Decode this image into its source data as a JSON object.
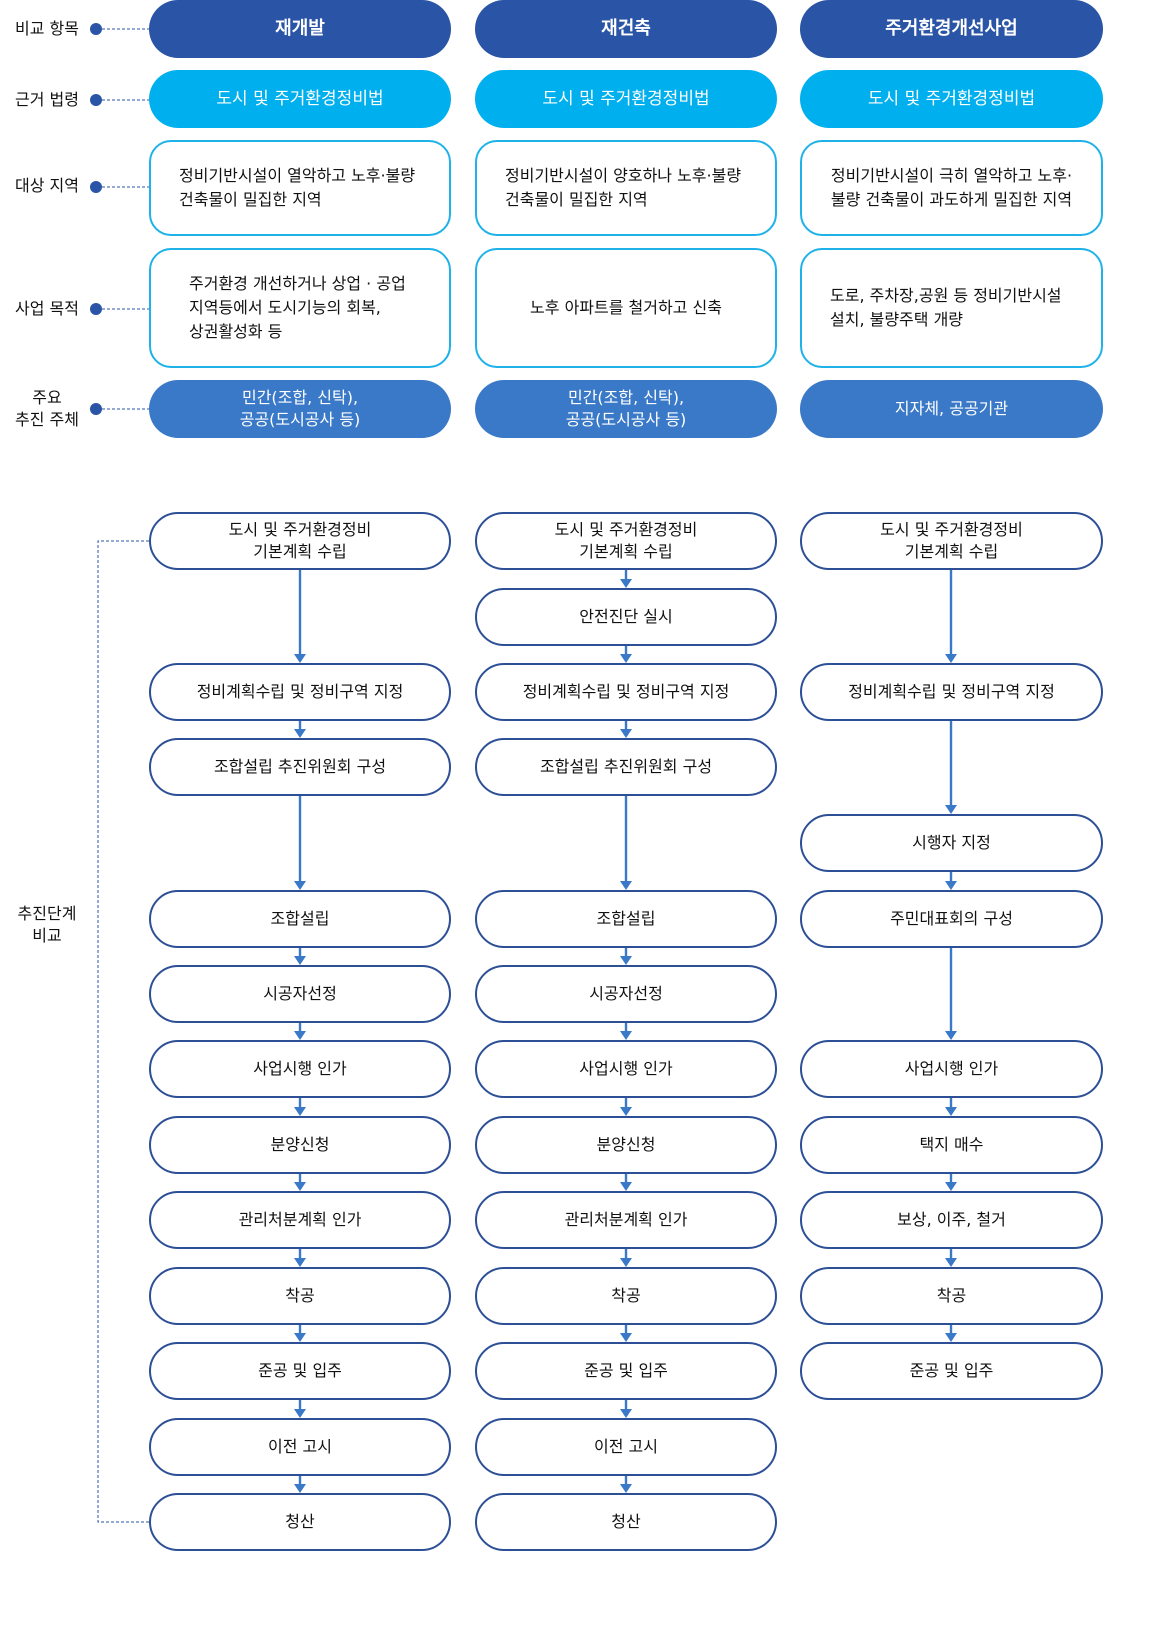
{
  "row_labels": {
    "compare": "비교 항목",
    "law": "근거 법령",
    "target": "대상 지역",
    "purpose": "사업 목적",
    "actor": "주요\n추진 주체",
    "steps": "추진단계\n비교"
  },
  "columns": [
    {
      "header": "재개발",
      "law": "도시 및 주거환경정비법",
      "target": "정비기반시설이 열악하고 노후·불량\n건축물이 밀집한 지역",
      "purpose": "주거환경 개선하거나 상업 · 공업\n지역등에서 도시기능의 회복,\n상권활성화 등",
      "actor": "민간(조합, 신탁),\n공공(도시공사 등)",
      "steps": [
        "도시 및 주거환경정비\n기본계획 수립",
        "정비계획수립 및 정비구역 지정",
        "조합설립 추진위원회 구성",
        "조합설립",
        "시공자선정",
        "사업시행 인가",
        "분양신청",
        "관리처분계획 인가",
        "착공",
        "준공 및 입주",
        "이전 고시",
        "청산"
      ]
    },
    {
      "header": "재건축",
      "law": "도시 및 주거환경정비법",
      "target": "정비기반시설이 양호하나 노후·불량\n건축물이 밀집한 지역",
      "purpose": "노후 아파트를 철거하고 신축",
      "actor": "민간(조합, 신탁),\n공공(도시공사 등)",
      "steps": [
        "도시 및 주거환경정비\n기본계획 수립",
        "안전진단 실시",
        "정비계획수립 및 정비구역 지정",
        "조합설립 추진위원회 구성",
        "조합설립",
        "시공자선정",
        "사업시행 인가",
        "분양신청",
        "관리처분계획 인가",
        "착공",
        "준공 및 입주",
        "이전 고시",
        "청산"
      ]
    },
    {
      "header": "주거환경개선사업",
      "law": "도시 및 주거환경정비법",
      "target": "정비기반시설이 극히 열악하고 노후·\n불량 건축물이 과도하게 밀집한 지역",
      "purpose": "도로, 주차장,공원 등 정비기반시설\n설치, 불량주택 개량",
      "actor": "지자체, 공공기관",
      "steps": [
        "도시 및 주거환경정비\n기본계획 수립",
        "정비계획수립 및 정비구역 지정",
        "시행자 지정",
        "주민대표회의 구성",
        "사업시행 인가",
        "택지 매수",
        "보상, 이주, 철거",
        "착공",
        "준공 및 입주"
      ]
    }
  ],
  "colors": {
    "header": "#2a54a6",
    "law": "#00b0ee",
    "light_border": "#1fb2e8",
    "actor": "#3a79c7",
    "step_border": "#2c4f96",
    "arrow": "#3a79c7",
    "dot": "#2a54a6"
  }
}
